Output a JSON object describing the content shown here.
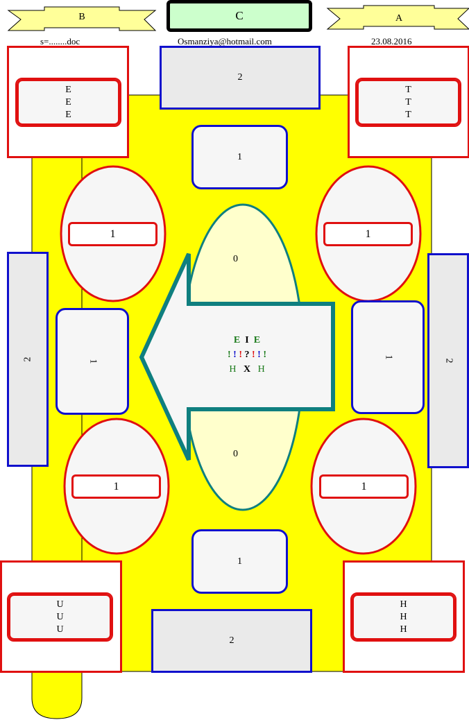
{
  "header": {
    "left_banner": "B",
    "center_title": "C",
    "right_banner": "A",
    "filename": "s=........doc",
    "email": "Osmanziya@hotmail.com",
    "date": "23.08.2016"
  },
  "corners": {
    "top_left": [
      "E",
      "E",
      "E"
    ],
    "top_right": [
      "T",
      "T",
      "T"
    ],
    "bottom_left": [
      "U",
      "U",
      "U"
    ],
    "bottom_right": [
      "H",
      "H",
      "H"
    ]
  },
  "tables": {
    "top": "2",
    "bottom": "2",
    "left": "2",
    "right": "2"
  },
  "seats": {
    "top": "1",
    "bottom": "1",
    "left": "1",
    "right": "1"
  },
  "ovals": {
    "top_left": "1",
    "top_right": "1",
    "bottom_left": "1",
    "bottom_right": "1"
  },
  "center": {
    "top_value": "0",
    "bottom_value": "0",
    "row1": [
      "E",
      "I",
      "E"
    ],
    "row2": [
      "!",
      "!",
      "!",
      "?",
      "!",
      "!",
      "!"
    ],
    "row3": [
      "H",
      "X",
      "H"
    ]
  },
  "colors": {
    "yellow": "#ffff00",
    "blue": "#1010cc",
    "red": "#e01010",
    "teal": "#0f7f7f",
    "green": "#1a7a1a",
    "pale_yellow": "#ffffcc",
    "header_green": "#ccffcc"
  }
}
